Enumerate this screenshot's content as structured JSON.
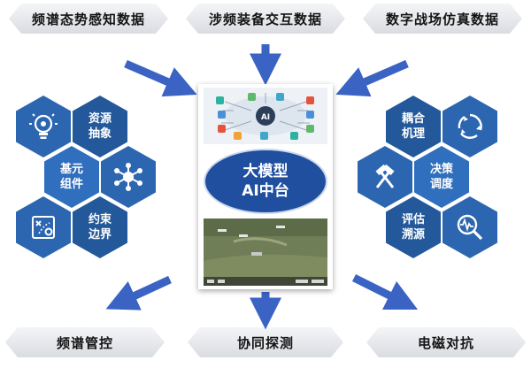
{
  "top_tags": [
    "频谱态势感知数据",
    "涉频装备交互数据",
    "数字战场仿真数据"
  ],
  "bottom_tags": [
    "频谱管控",
    "协同探测",
    "电磁对抗"
  ],
  "center": {
    "title_line1": "大模型",
    "title_line2": "AI中台",
    "ai_label": "AI"
  },
  "left_hexes": [
    "资源\n抽象",
    "基元\n组件",
    "约束\n边界"
  ],
  "right_hexes": [
    "耦合\n机理",
    "决策\n调度",
    "评估\n溯源"
  ],
  "icons": {
    "left": [
      "lightbulb-gear-icon",
      "network-nodes-icon",
      "tactics-board-icon"
    ],
    "right": [
      "cycle-arrows-icon",
      "hammer-tools-icon",
      "waveform-search-icon"
    ]
  },
  "colors": {
    "hex_dark": "#23589a",
    "hex_mid": "#2f6fbe",
    "arrow": "#3b63c4",
    "core": "#1f4f9e"
  }
}
